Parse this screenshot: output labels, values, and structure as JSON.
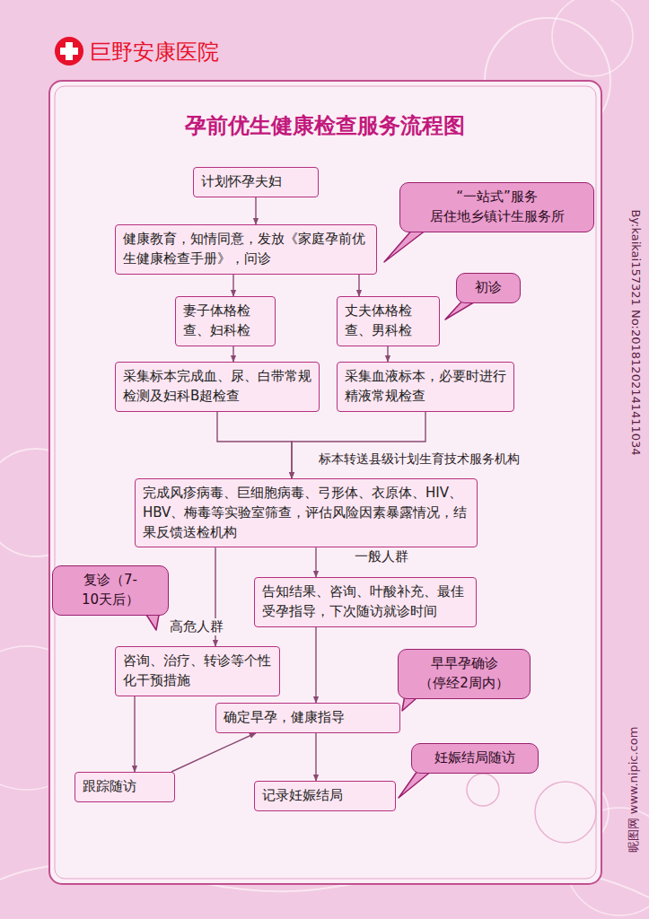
{
  "diagram": {
    "title": "孕前优生健康检查服务流程图",
    "nodes": [
      {
        "text": [
          "计划怀孕夫妇"
        ]
      },
      {
        "text": [
          "“一站式”服务 居住地乡镇计生服务所"
        ]
      },
      {
        "text": [
          "健康教育，知情同意，发放《家庭孕前优生健康检查手册》，问诊"
        ]
      },
      {
        "text": [
          "初诊"
        ]
      },
      {
        "text": [
          "妻子体格检查、妇科检"
        ]
      },
      {
        "text": [
          "丈夫体格检查、男科检"
        ]
      },
      {
        "text": [
          "采集标本完成血、尿、白带常规检测及妇科B超检查"
        ]
      },
      {
        "text": [
          "采集血液标本，必要时进行精液常规检查"
        ]
      },
      {
        "text": [
          "完成风疹病毒、巨细胞病毒、弓形体、衣原体、HIV、HBV、梅毒等实验室筛查，评估风险因素暴露情况，结果反馈送检机构"
        ]
      },
      {
        "text": [
          "复诊（7-10天后）"
        ]
      },
      {
        "text": [
          "告知结果、咨询、叶酸补充、最佳受孕指导，下次随访就诊时间"
        ]
      },
      {
        "text": [
          "咨询、治疗、转诊等个性化干预措施"
        ]
      },
      {
        "text": [
          "早早孕确诊（停经2周内）"
        ]
      },
      {
        "text": [
          "确定早孕，健康指导"
        ]
      },
      {
        "text": [
          "妊娠结局随访"
        ]
      },
      {
        "text": [
          "跟踪随访"
        ]
      },
      {
        "text": [
          "记录妊娠结局"
        ]
      }
    ],
    "edges": [
      {
        "from": 0,
        "to": 2,
        "arrow": "to"
      },
      {
        "from": 2,
        "to": 4,
        "arrow": "to"
      },
      {
        "from": 2,
        "to": 5,
        "arrow": "to"
      },
      {
        "from": 4,
        "to": 6,
        "arrow": "to"
      },
      {
        "from": 5,
        "to": 7,
        "arrow": "to"
      },
      {
        "from": 6,
        "to": 8,
        "arrow": "to"
      },
      {
        "from": 7,
        "to": 8,
        "arrow": "to"
      },
      {
        "from": 8,
        "to": 10,
        "label": "一般人群",
        "arrow": "to"
      },
      {
        "from": 8,
        "to": 11,
        "label": "高危人群",
        "arrow": "to"
      },
      {
        "from": 10,
        "to": 13,
        "arrow": "to"
      },
      {
        "from": 11,
        "to": 15,
        "arrow": "to"
      },
      {
        "from": 15,
        "to": 13,
        "arrow": "to"
      },
      {
        "from": 13,
        "to": 16,
        "arrow": "to"
      }
    ],
    "labels": [
      "巨野安康医院",
      "标本转送县级计划生育技术服务机构",
      "By:kaikai157321 No:20181202141411034",
      "昵图网 www.nipic.com"
    ]
  }
}
